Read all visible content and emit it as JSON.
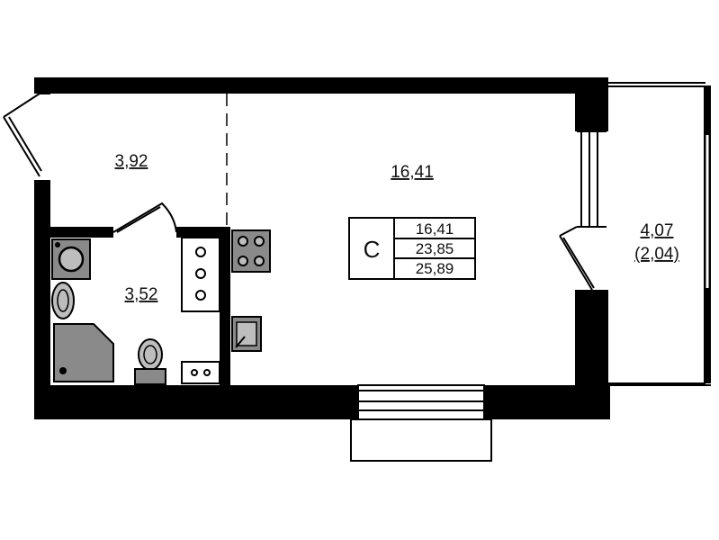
{
  "rooms": {
    "hall": {
      "area": "3,92"
    },
    "living": {
      "area": "16,41"
    },
    "bathroom": {
      "area": "3,52"
    },
    "balcony": {
      "area": "4,07",
      "area_reduced": "(2,04)"
    }
  },
  "summary": {
    "apartment_type": "С",
    "living_area": "16,41",
    "total_area": "23,85",
    "total_with_balcony": "25,89"
  },
  "colors": {
    "wall": "#000000",
    "fixture": "#8a8a8a",
    "fixture_light": "#bdbdbd"
  }
}
